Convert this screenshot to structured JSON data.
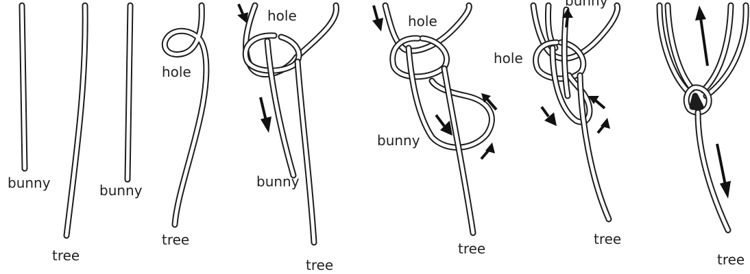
{
  "figure": {
    "panels": [
      {
        "id": 1,
        "labels": [
          "bunny",
          "tree"
        ]
      },
      {
        "id": 2,
        "labels": [
          "bunny",
          "hole",
          "tree"
        ]
      },
      {
        "id": 3,
        "labels": [
          "hole",
          "bunny",
          "tree"
        ]
      },
      {
        "id": 4,
        "labels": [
          "hole",
          "bunny",
          "tree"
        ]
      },
      {
        "id": 5,
        "labels": [
          "bunny",
          "hole",
          "tree"
        ]
      },
      {
        "id": 6,
        "labels": [
          "tree"
        ]
      }
    ]
  },
  "labels": {
    "p1_bunny": "bunny",
    "p1_tree": "tree",
    "p2_bunny": "bunny",
    "p2_hole": "hole",
    "p2_tree": "tree",
    "p3_hole": "hole",
    "p3_bunny": "bunny",
    "p3_tree": "tree",
    "p4_hole": "hole",
    "p4_bunny": "bunny",
    "p4_tree": "tree",
    "p5_bunny_top": "bunny",
    "p5_hole": "hole",
    "p5_tree": "tree",
    "p6_tree": "tree"
  },
  "colors": {
    "rope_outline": "#1c1c1c",
    "rope_fill": "#ffffff",
    "arrow": "#111111",
    "text": "#222222",
    "background": "#ffffff"
  }
}
